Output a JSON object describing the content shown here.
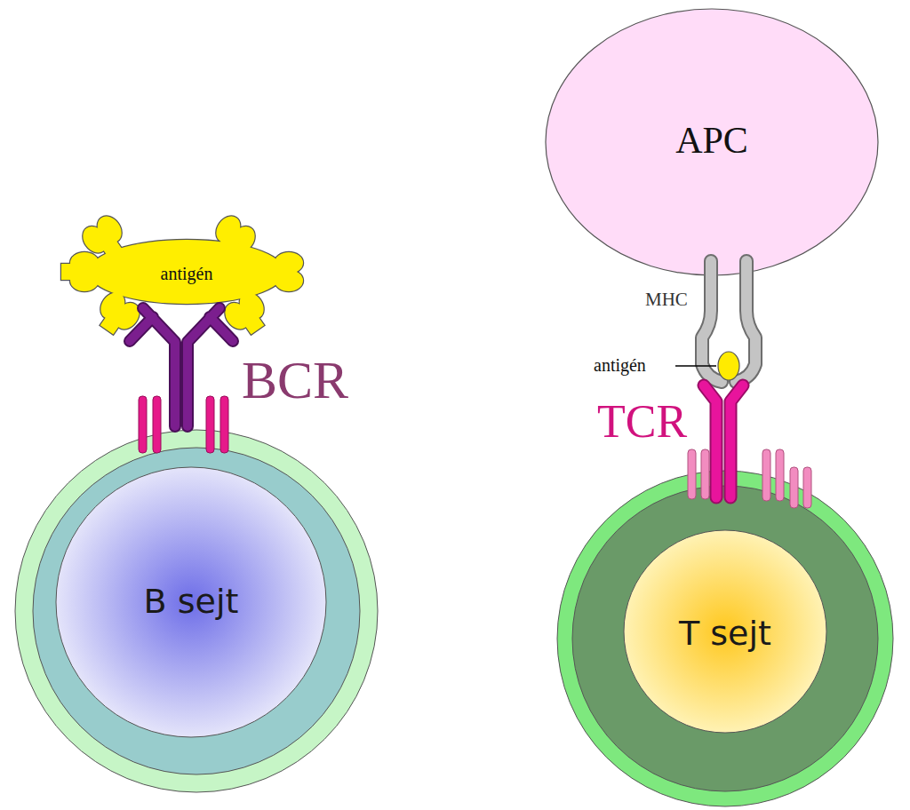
{
  "diagram": {
    "nodes": [
      {
        "text": [
          "APC"
        ]
      },
      {
        "text": [
          "antigén"
        ]
      },
      {
        "text": [
          "B sejt"
        ]
      },
      {
        "text": [
          "T sejt"
        ]
      }
    ],
    "labels": [
      "MHC",
      "BCR",
      "antigén",
      "TCR"
    ]
  }
}
